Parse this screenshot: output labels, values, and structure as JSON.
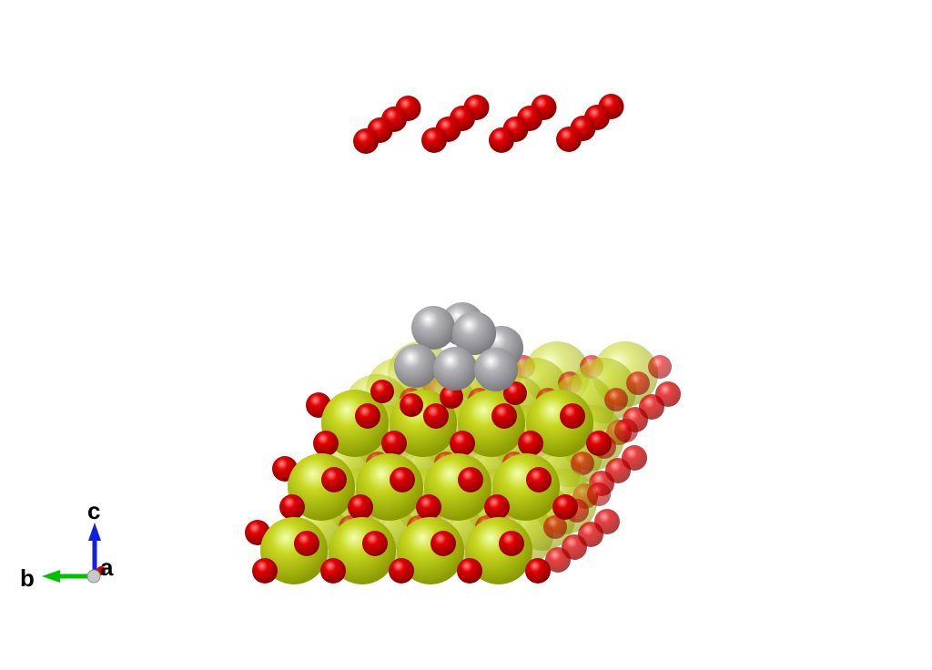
{
  "colors": {
    "background": "#ffffff",
    "oxygen": "#e00000",
    "oxygen_light": "#ff8a8a",
    "oxygen_dark": "#8a0000",
    "cerium": "#c8d820",
    "cerium_light": "#f4ffb0",
    "cerium_dark": "#8a9a00",
    "platinum": "#b4b4b8",
    "platinum_light": "#ffffff",
    "platinum_dark": "#7a7a80",
    "axis_a": "#e00000",
    "axis_b": "#00c000",
    "axis_c": "#1020e0"
  },
  "axes": {
    "a_label": "a",
    "b_label": "b",
    "c_label": "c"
  },
  "atom_types": [
    "oxygen",
    "cerium",
    "platinum"
  ],
  "structure": {
    "gas_layer": {
      "rows": 4,
      "atoms_per_row": 4,
      "element": "oxygen"
    },
    "cluster": {
      "atoms": 7,
      "element": "platinum"
    },
    "slab": {
      "visible_layers": 3,
      "cations_per_layer": 4,
      "cation": "cerium",
      "anion": "oxygen"
    }
  }
}
